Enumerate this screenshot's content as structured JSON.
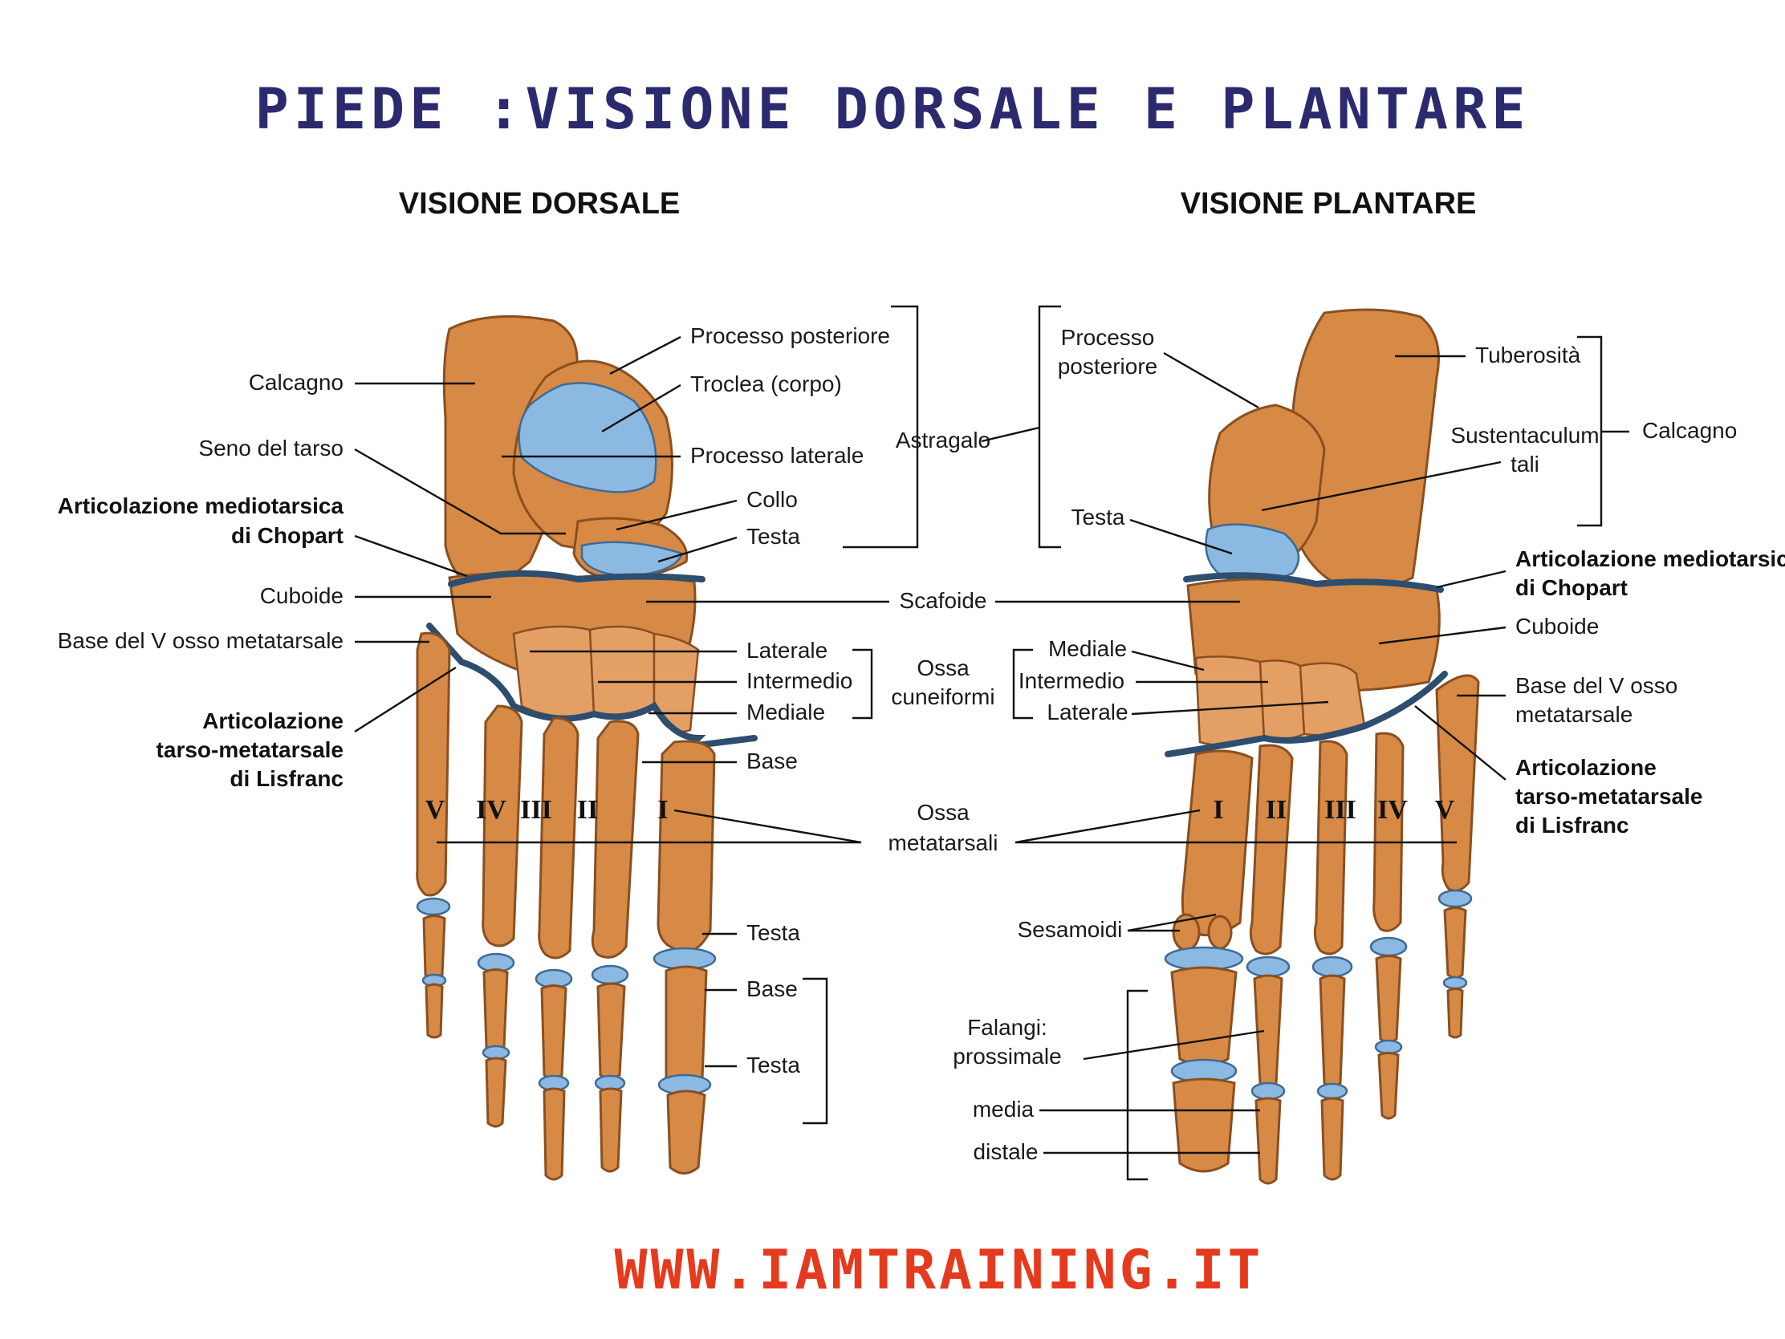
{
  "title": "PIEDE :VISIONE DORSALE E PLANTARE",
  "footer_url": "WWW.IAMTRAINING.IT",
  "colors": {
    "title": "#2b2a6e",
    "url": "#e63a1e",
    "bone": "#d78a45",
    "cartilage": "#8cb9e2",
    "joint_line": "#2d4e6e"
  },
  "dorsal": {
    "heading": "VISIONE DORSALE",
    "left_labels": {
      "calcagno": "Calcagno",
      "seno_tarso": "Seno del tarso",
      "chopart_1": "Articolazione mediotarsica",
      "chopart_2": "di Chopart",
      "cuboide": "Cuboide",
      "base_v": "Base del V osso metatarsale",
      "lisfranc_1": "Articolazione",
      "lisfranc_2": "tarso-metatarsale",
      "lisfranc_3": "di Lisfranc"
    },
    "right_labels": {
      "processo_posteriore": "Processo posteriore",
      "troclea": "Troclea (corpo)",
      "processo_laterale": "Processo laterale",
      "collo": "Collo",
      "testa": "Testa",
      "laterale": "Laterale",
      "intermedio": "Intermedio",
      "mediale": "Mediale",
      "base": "Base",
      "testa_met": "Testa",
      "base_fal": "Base",
      "testa_fal": "Testa"
    },
    "metatarsal_numerals": [
      "V",
      "IV",
      "III",
      "II",
      "I"
    ]
  },
  "center_labels": {
    "astragalo": "Astragalo",
    "scafoide": "Scafoide",
    "ossa_cuneiformi_1": "Ossa",
    "ossa_cuneiformi_2": "cuneiformi",
    "ossa_metatarsali_1": "Ossa",
    "ossa_metatarsali_2": "metatarsali"
  },
  "plantar": {
    "heading": "VISIONE PLANTARE",
    "left_labels": {
      "processo_posteriore_1": "Processo",
      "processo_posteriore_2": "posteriore",
      "testa": "Testa",
      "mediale": "Mediale",
      "intermedio": "Intermedio",
      "laterale": "Laterale",
      "sesamoidi": "Sesamoidi",
      "falangi_1": "Falangi:",
      "falangi_2": "prossimale",
      "media": "media",
      "distale": "distale"
    },
    "right_labels": {
      "tuberosita": "Tuberosità",
      "sustentaculum_1": "Sustentaculum",
      "sustentaculum_2": "tali",
      "calcagno": "Calcagno",
      "chopart_1": "Articolazione mediotarsica",
      "chopart_2": "di Chopart",
      "cuboide": "Cuboide",
      "base_v_1": "Base del V osso",
      "base_v_2": "metatarsale",
      "lisfranc_1": "Articolazione",
      "lisfranc_2": "tarso-metatarsale",
      "lisfranc_3": "di Lisfranc"
    },
    "metatarsal_numerals": [
      "I",
      "II",
      "III",
      "IV",
      "V"
    ]
  }
}
